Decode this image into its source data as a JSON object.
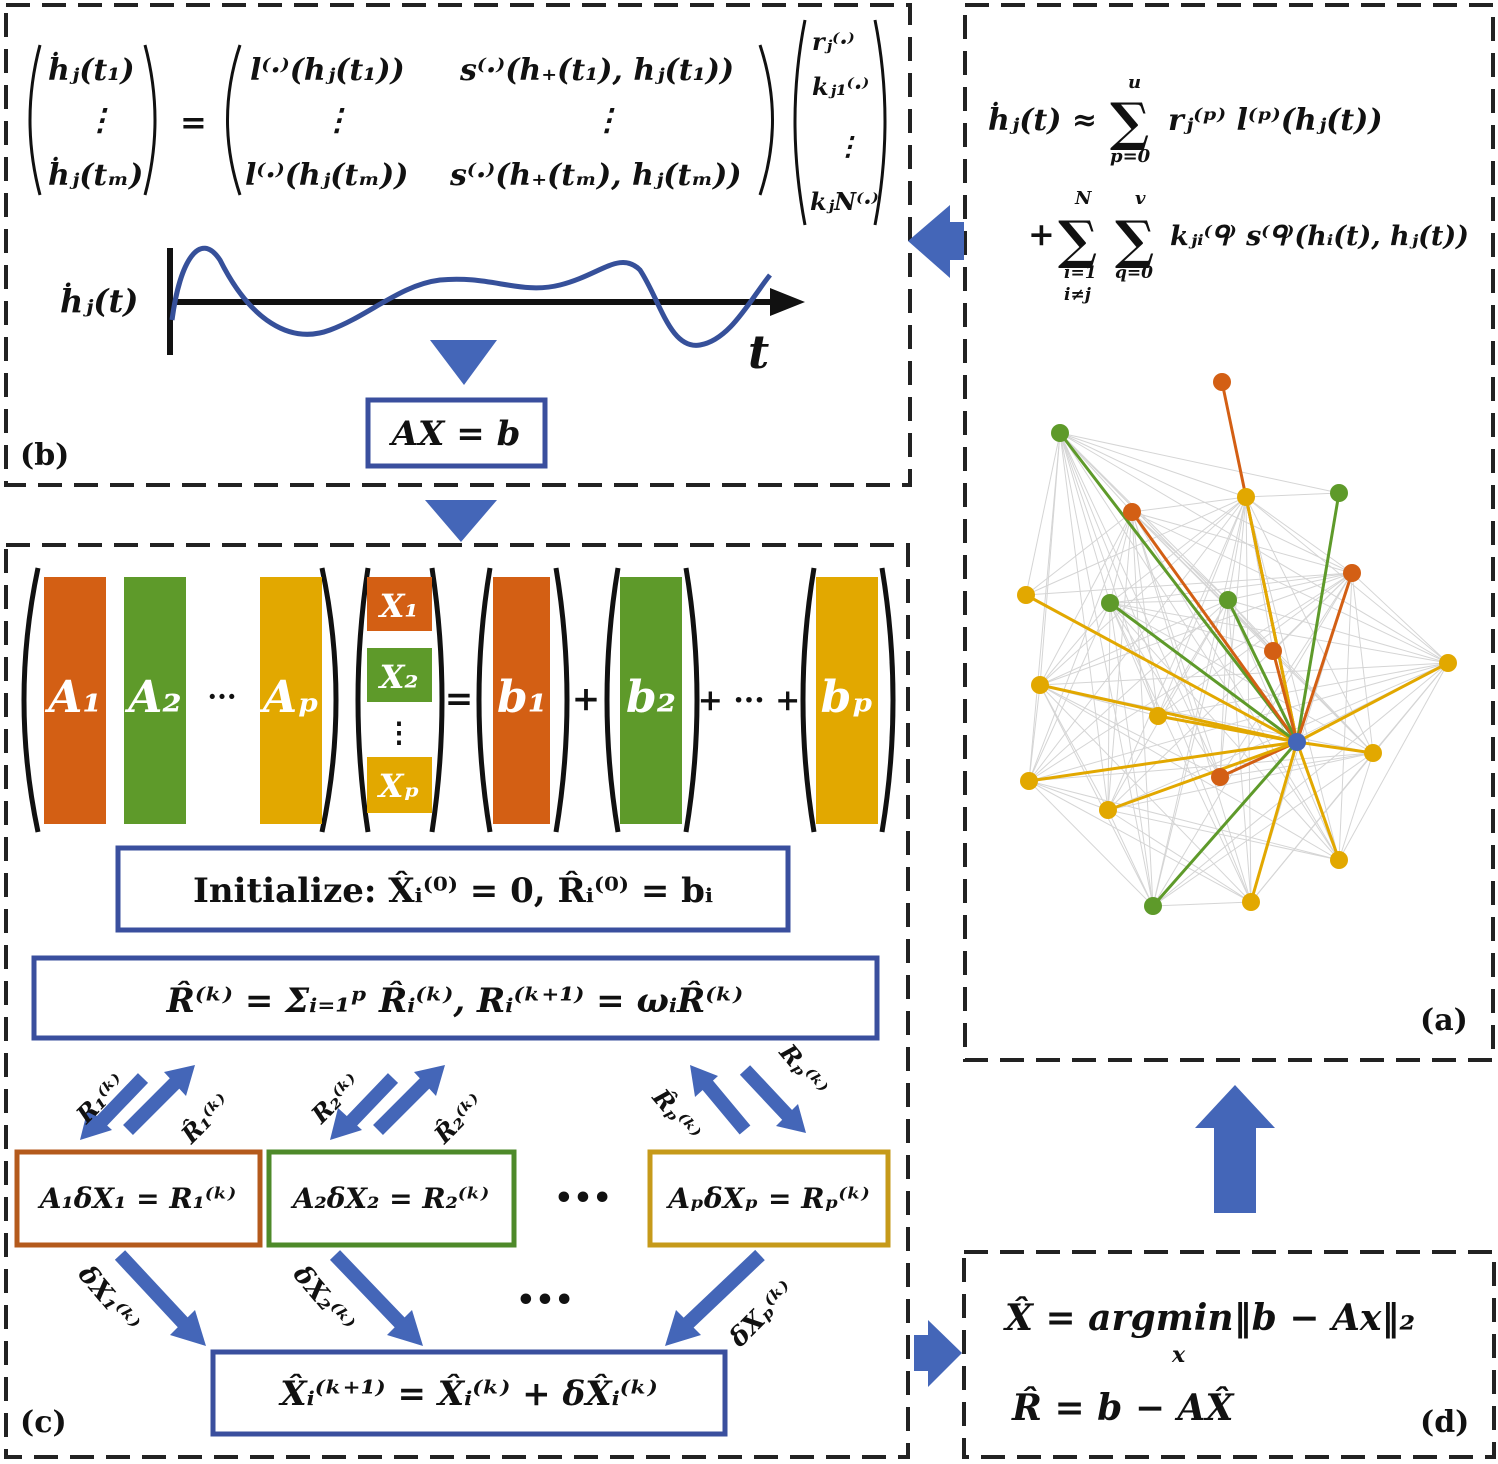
{
  "panel_labels": {
    "a": "(a)",
    "b": "(b)",
    "c": "(c)",
    "d": "(d)"
  },
  "colors": {
    "orange": "#d35f14",
    "green": "#5e9a2a",
    "yellow": "#e2a800",
    "blue": "#4466b8",
    "box_blue": "#3a4f9e",
    "box_orange": "#b45a1c",
    "box_green": "#4e8a2a",
    "box_yellow": "#c69a1a"
  },
  "panel_a": {
    "eq_line1_lhs": "ḣⱼ(t) ≈",
    "sum1_top": "u",
    "sum1_bottom": "p=0",
    "eq_line1_body": "rⱼ⁽ᵖ⁾ l⁽ᵖ⁾(hⱼ(t))",
    "eq_line2_plus": "+",
    "sum2_top": "N",
    "sum2_bottom": "i=1",
    "sum2_bottom2": "i≠j",
    "sum3_top": "v",
    "sum3_bottom": "q=0",
    "eq_line2_body": "kⱼᵢ⁽ᑫ⁾ s⁽ᑫ⁾(hᵢ(t), hⱼ(t))"
  },
  "panel_b": {
    "lhs_top": "ḣⱼ(t₁)",
    "lhs_dots": "⋮",
    "lhs_bottom": "ḣⱼ(tₘ)",
    "equals": "=",
    "m_r1c1": "l⁽·⁾(hⱼ(t₁))",
    "m_r1c2": "s⁽·⁾(h₊(t₁), hⱼ(t₁))",
    "m_dots": "⋮",
    "m_r3c1": "l⁽·⁾(hⱼ(tₘ))",
    "m_r3c2": "s⁽·⁾(h₊(tₘ), hⱼ(tₘ))",
    "v_r": "rⱼ⁽·⁾",
    "v_k1": "kⱼ₁⁽·⁾",
    "v_dots": "⋮",
    "v_kN": "kⱼN⁽·⁾",
    "signal_label": "ḣⱼ(t)",
    "time_axis": "t",
    "system": "AX = b"
  },
  "panel_c": {
    "A1": "A₁",
    "A2": "A₂",
    "Adots": "···",
    "Ap": "Aₚ",
    "X1": "X₁",
    "X2": "X₂",
    "Xdots": "⋮",
    "Xp": "Xₚ",
    "eq": "=",
    "b1": "b₁",
    "plus": "+",
    "b2": "b₂",
    "plus_dots": "+ ··· +",
    "bp": "bₚ",
    "init": "Initialize:  X̂ᵢ⁽⁰⁾ = 0, R̂ᵢ⁽⁰⁾ = bᵢ",
    "residual": "R̂⁽ᵏ⁾ = Σᵢ₌₁ᵖ R̂ᵢ⁽ᵏ⁾, Rᵢ⁽ᵏ⁺¹⁾ = ωᵢR̂⁽ᵏ⁾",
    "r1_down": "R₁⁽ᵏ⁾",
    "r1_up": "R̂₁⁽ᵏ⁾",
    "r2_down": "R₂⁽ᵏ⁾",
    "r2_up": "R̂₂⁽ᵏ⁾",
    "rp_up": "R̂ₚ⁽ᵏ⁾",
    "rp_down": "Rₚ⁽ᵏ⁾",
    "sub1": "A₁δX₁ = R₁⁽ᵏ⁾",
    "sub2": "A₂δX₂ = R₂⁽ᵏ⁾",
    "subdots": "•••",
    "subp": "AₚδXₚ = Rₚ⁽ᵏ⁾",
    "dx1": "δX₁⁽ᵏ⁾",
    "dx2": "δX₂⁽ᵏ⁾",
    "dxdots": "•••",
    "dxp": "δXₚ⁽ᵏ⁾",
    "update": "X̂ᵢ⁽ᵏ⁺¹⁾ = X̂ᵢ⁽ᵏ⁾ + δX̂ᵢ⁽ᵏ⁾"
  },
  "panel_d": {
    "line1": "X̂ = argmin‖b − Ax‖₂",
    "line1_sub": "x",
    "line2": "R̂ = b − AX̂"
  }
}
